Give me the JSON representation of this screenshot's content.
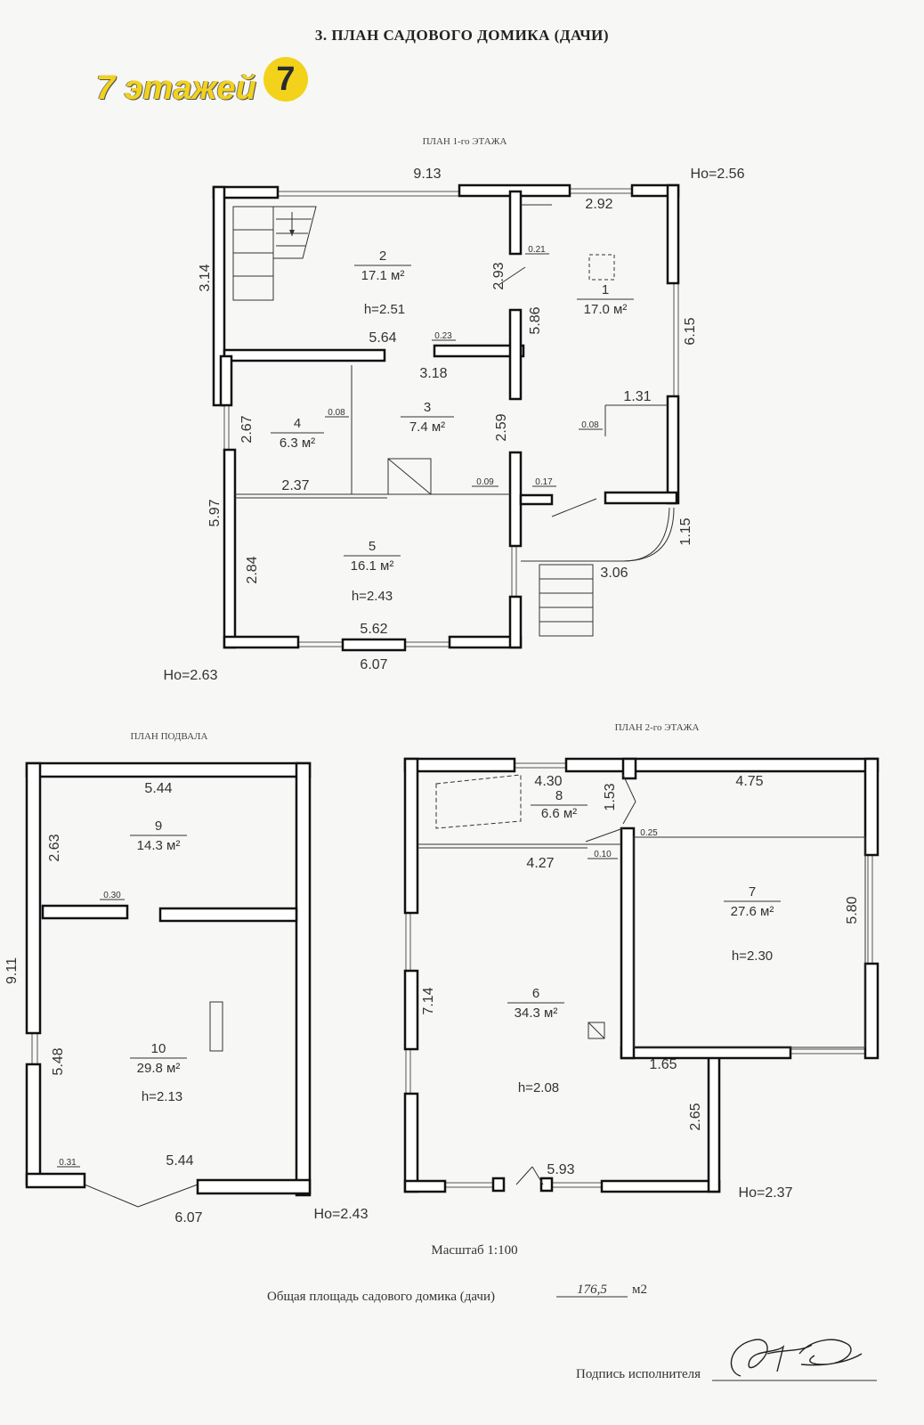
{
  "document": {
    "title": "3. ПЛАН САДОВОГО ДОМИКА (ДАЧИ)",
    "watermark": "7 этажей",
    "watermark_logo": "7",
    "scale": "Масштаб 1:100",
    "total_area_label": "Общая площадь садового домика (дачи)",
    "total_area_value": "176,5",
    "total_area_unit": "м2",
    "signature_label": "Подпись исполнителя",
    "brand_color": "#f2d21b"
  },
  "floor1": {
    "title": "ПЛАН 1-го ЭТАЖА",
    "ho_top": "Ho=2.56",
    "ho_bottom": "Ho=2.63",
    "rooms": [
      {
        "num": "1",
        "area": "17.0 м²"
      },
      {
        "num": "2",
        "area": "17.1 м²",
        "height": "h=2.51"
      },
      {
        "num": "3",
        "area": "7.4 м²"
      },
      {
        "num": "4",
        "area": "6.3 м²"
      },
      {
        "num": "5",
        "area": "16.1 м²",
        "height": "h=2.43"
      }
    ],
    "dims": [
      "9.13",
      "2.92",
      "3.14",
      "2.93",
      "5.86",
      "6.15",
      "5.64",
      "3.18",
      "1.31",
      "2.67",
      "2.59",
      "2.37",
      "5.97",
      "2.84",
      "1.15",
      "3.06",
      "5.62",
      "6.07"
    ],
    "small": [
      "0.21",
      "0.23",
      "0.08",
      "0.08",
      "0.09",
      "0.17"
    ]
  },
  "basement": {
    "title": "ПЛАН ПОДВАЛА",
    "ho": "Ho=2.43",
    "rooms": [
      {
        "num": "9",
        "area": "14.3 м²"
      },
      {
        "num": "10",
        "area": "29.8 м²",
        "height": "h=2.13"
      }
    ],
    "dims": [
      "5.44",
      "2.63",
      "9.11",
      "5.48",
      "5.44",
      "6.07"
    ],
    "small": [
      "0.30",
      "0.31"
    ]
  },
  "floor2": {
    "title": "ПЛАН 2-го ЭТАЖА",
    "ho": "Ho=2.37",
    "rooms": [
      {
        "num": "8",
        "area": "6.6 м²"
      },
      {
        "num": "7",
        "area": "27.6 м²",
        "height": "h=2.30"
      },
      {
        "num": "6",
        "area": "34.3 м²",
        "height": "h=2.08"
      }
    ],
    "dims": [
      "4.30",
      "1.53",
      "4.75",
      "4.27",
      "5.80",
      "7.14",
      "1.65",
      "2.65",
      "5.93"
    ],
    "small": [
      "0.25",
      "0.10"
    ]
  }
}
